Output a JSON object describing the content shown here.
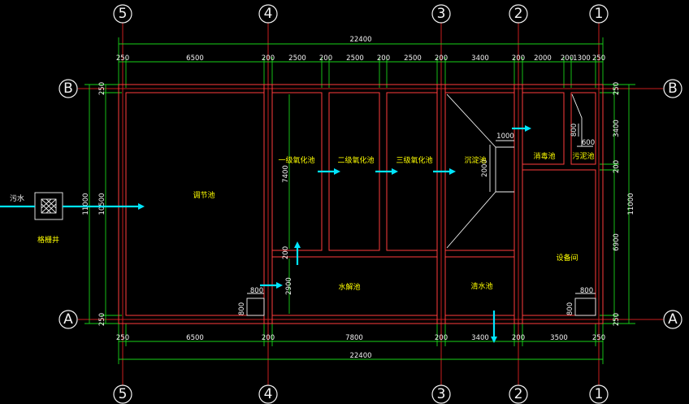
{
  "axes": {
    "columns": [
      "5",
      "4",
      "3",
      "2",
      "1"
    ],
    "rows": [
      "B",
      "A"
    ]
  },
  "dimensions": {
    "overall_top": "22400",
    "overall_bottom": "22400",
    "top_segments": [
      "250",
      "6500",
      "200",
      "2500",
      "200",
      "2500",
      "200",
      "2500",
      "200",
      "3400",
      "200",
      "2000",
      "200",
      "1300",
      "250"
    ],
    "bottom_segments": [
      "250",
      "6500",
      "200",
      "7800",
      "200",
      "3400",
      "200",
      "3500",
      "250"
    ],
    "left_overall": "11000",
    "left_mid": "10500",
    "left_top": "250",
    "left_bottom": "250",
    "right_overall": "11000",
    "right_segments": [
      "250",
      "3400",
      "200",
      "6900",
      "250"
    ],
    "inner_v_7400": "7400",
    "inner_v_200": "200",
    "inner_v_2900": "2900",
    "d_1000": "1000",
    "d_2000": "2000",
    "d_800_a": "800",
    "d_800_b": "800",
    "d_800_c": "800",
    "d_800_d": "800",
    "d_800_e": "800",
    "d_600": "600"
  },
  "rooms": {
    "regulating": "调节池",
    "ox1": "一级氧化池",
    "ox2": "二级氧化池",
    "ox3": "三级氧化池",
    "sediment": "沉淀池",
    "disinfect": "消毒池",
    "sludge": "污泥池",
    "hydrolysis": "水解池",
    "clear_water": "清水池",
    "equipment": "设备间"
  },
  "outside": {
    "sewage": "污水",
    "grille_well": "格栅井"
  },
  "colors": {
    "background": "#000000",
    "grid": "#c81e1e",
    "wall": "#ff3c3c",
    "dimension": "#19d219",
    "label": "#ffff00",
    "flow": "#00e5ff",
    "text": "#f2f2f2"
  }
}
